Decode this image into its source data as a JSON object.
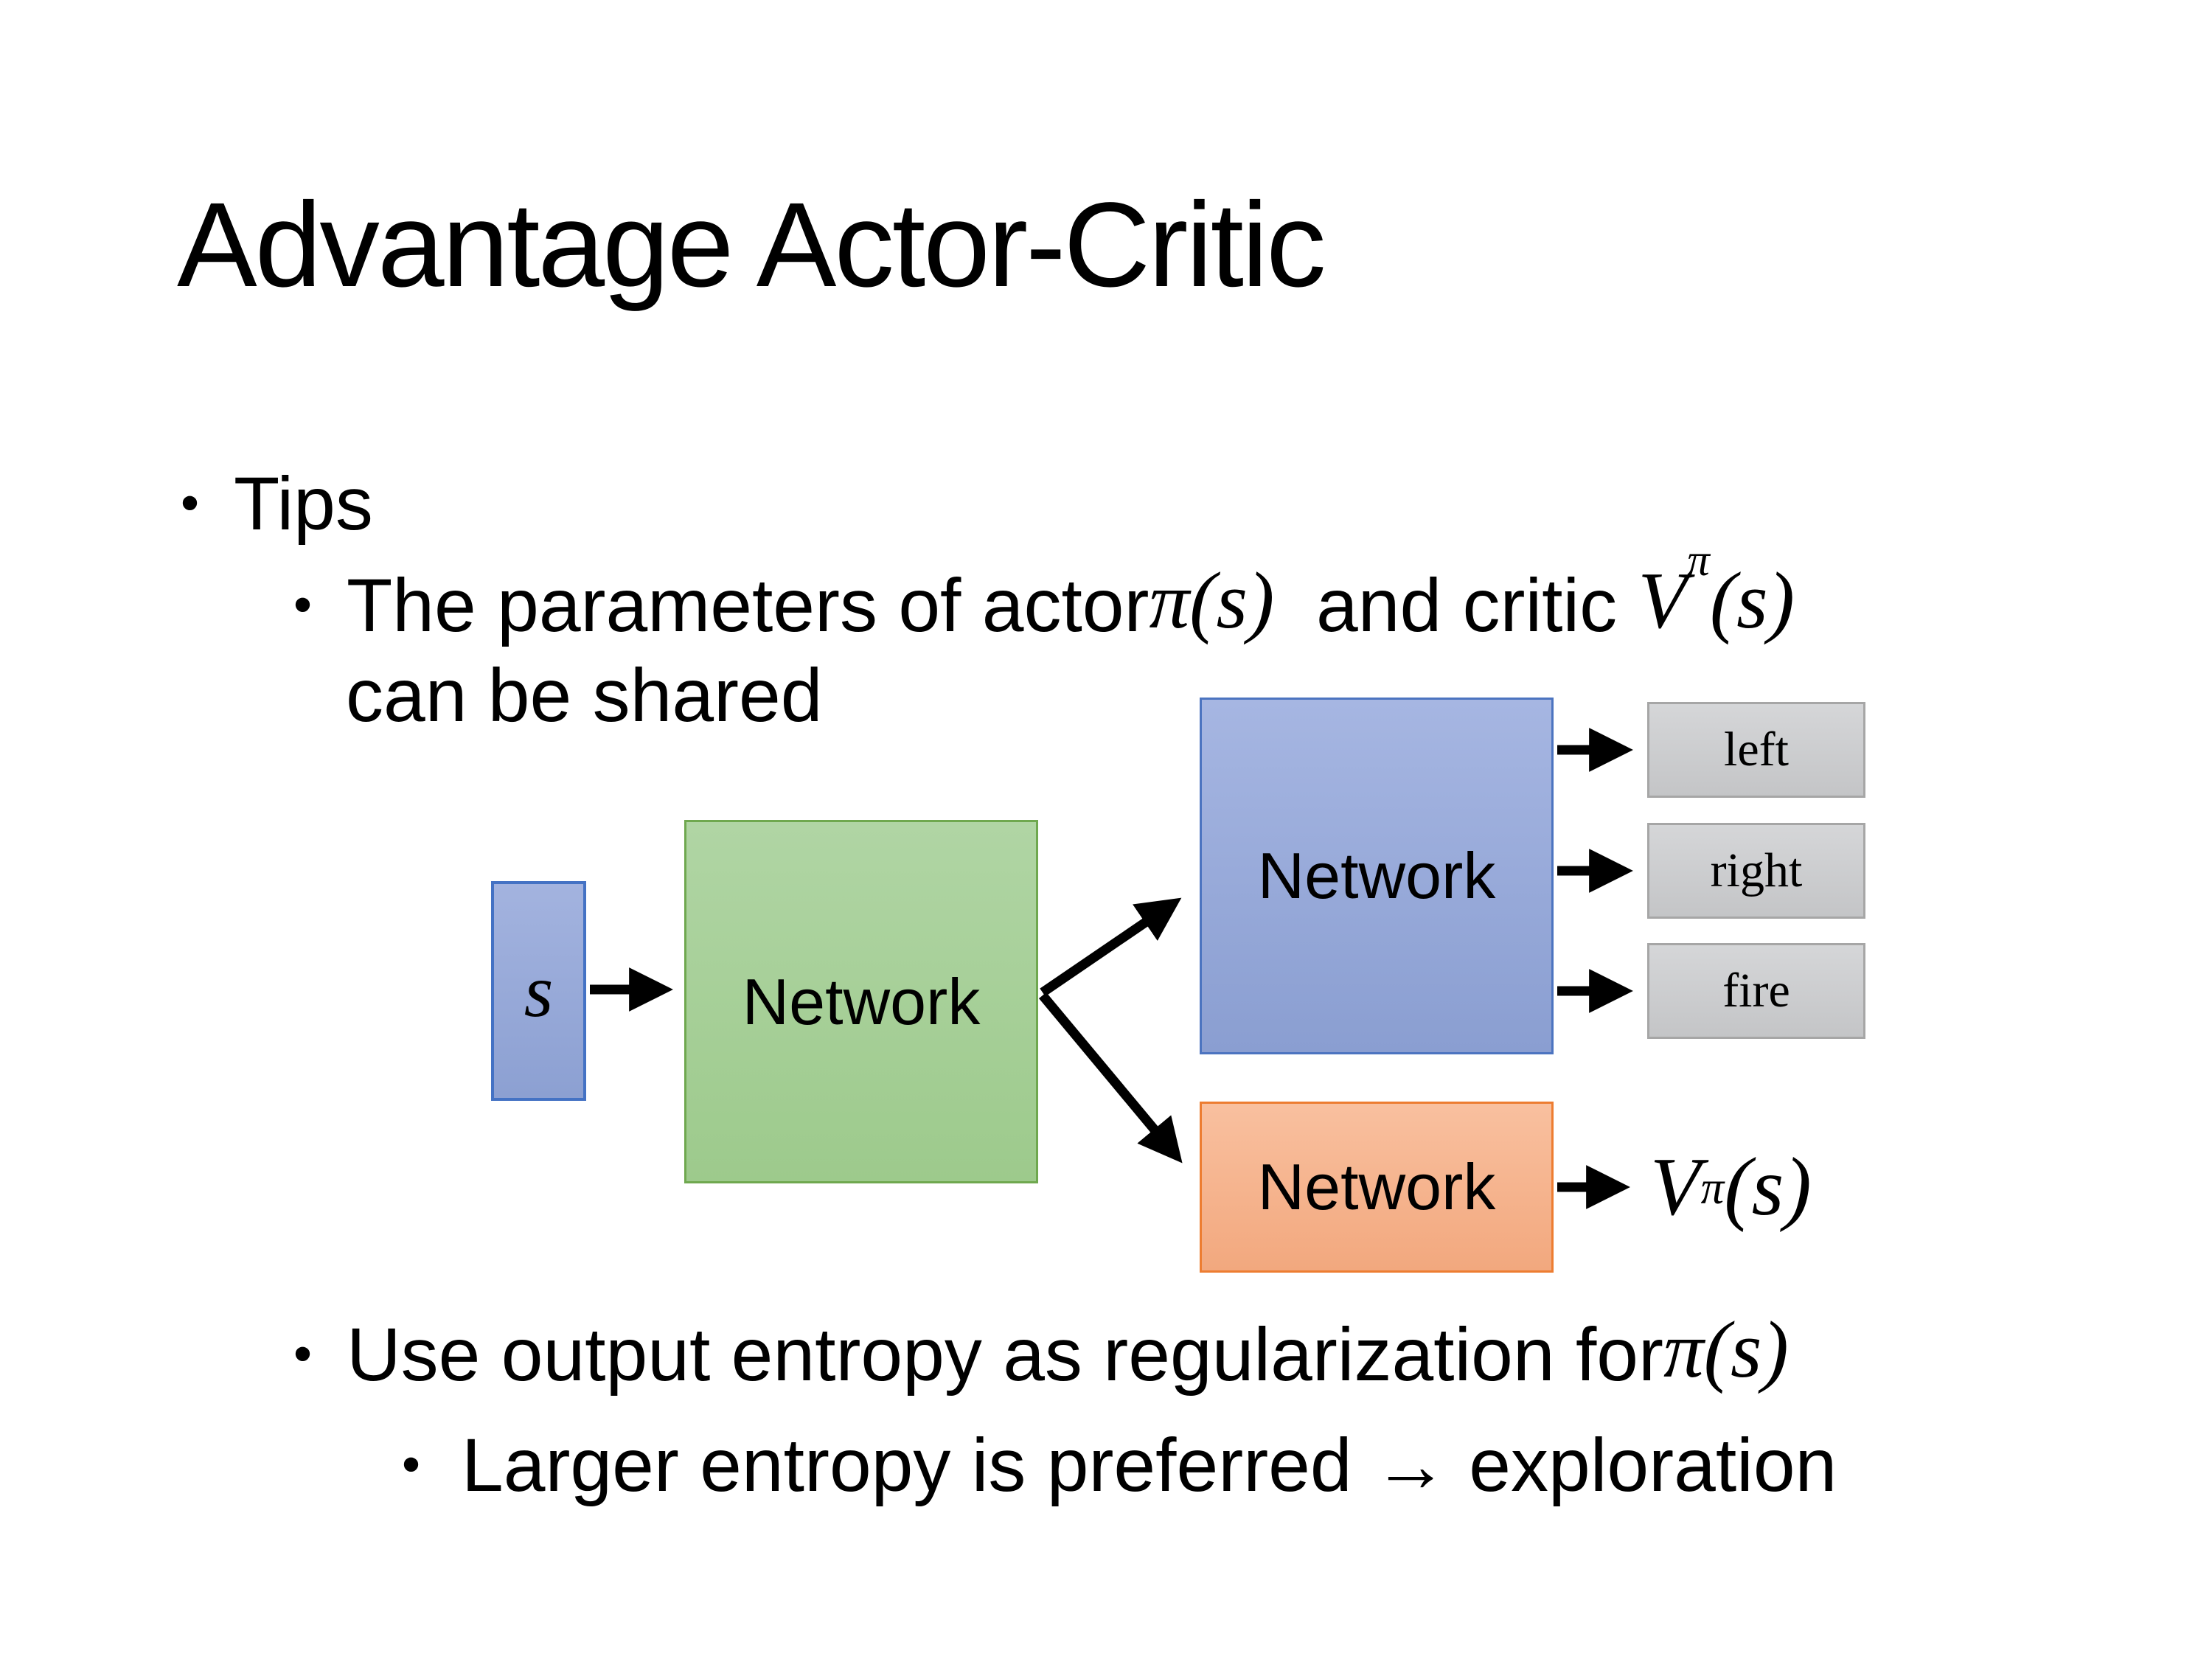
{
  "slide": {
    "title": "Advantage Actor-Critic",
    "bullets": {
      "bullet_glyph": "•",
      "tips": "Tips",
      "param_prefix": "The parameters of actor ",
      "param_math_actor": "π(s)",
      "param_mid": "  and critic ",
      "param_math_critic_base": "V",
      "param_math_critic_sup": "π",
      "param_math_critic_args": "(s)",
      "param_line2": "can be shared",
      "entropy_prefix": "Use output entropy as regularization for ",
      "entropy_math": "π(s)",
      "exploration": "Larger entropy is preferred → exploration"
    },
    "diagram": {
      "state_label": "s",
      "shared_network_label": "Network",
      "actor_network_label": "Network",
      "critic_network_label": "Network",
      "actions": [
        "left",
        "right",
        "fire"
      ],
      "value_base": "V",
      "value_sup": "π",
      "value_args": "(s)"
    },
    "colors": {
      "background": "#FFFFFF",
      "text": "#000000",
      "state_box_fill": "#9DAFDC",
      "state_box_border": "#4472C4",
      "shared_box_fill": "#ACD3A0",
      "shared_box_border": "#6FA84F",
      "actor_box_fill": "#A0B2DE",
      "actor_box_border": "#4C74C0",
      "critic_box_fill": "#F8BD9C",
      "critic_box_border": "#ED7D31",
      "action_box_fill": "#CBCCCE",
      "action_box_border": "#A6A6A6",
      "arrow": "#000000"
    }
  }
}
